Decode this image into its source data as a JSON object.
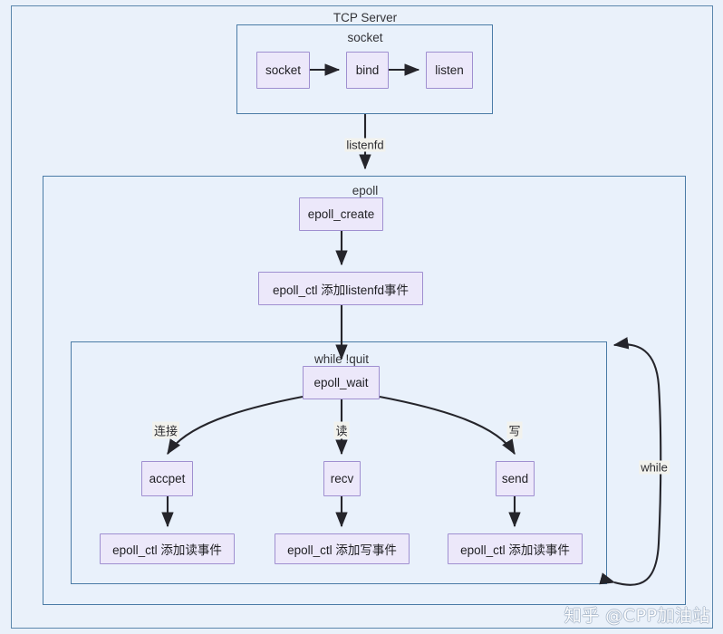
{
  "diagram": {
    "title": "TCP Server epoll flowchart",
    "colors": {
      "page_background": "#eaf1fa",
      "cluster_border": "#4a7ba6",
      "cluster_fill": "#e9f1fb",
      "node_fill": "#ece8fa",
      "node_border": "#9f8fd0",
      "edge_stroke": "#25252b",
      "edge_label_bg": "#f2f2ed",
      "text": "#1f1f23"
    },
    "clusters": [
      {
        "id": "tcp_server",
        "label": "TCP Server"
      },
      {
        "id": "socket_group",
        "label": "socket"
      },
      {
        "id": "epoll_group",
        "label": "epoll"
      },
      {
        "id": "while_group",
        "label": "while !quit"
      }
    ],
    "nodes": {
      "socket": "socket",
      "bind": "bind",
      "listen": "listen",
      "epoll_create": "epoll_create",
      "epoll_ctl_listenfd": "epoll_ctl 添加listenfd事件",
      "epoll_wait": "epoll_wait",
      "accept": "accpet",
      "recv": "recv",
      "send": "send",
      "epoll_ctl_read_left": "epoll_ctl 添加读事件",
      "epoll_ctl_write_mid": "epoll_ctl 添加写事件",
      "epoll_ctl_read_right": "epoll_ctl 添加读事件"
    },
    "edge_labels": {
      "listenfd": "listenfd",
      "connect": "连接",
      "read": "读",
      "write": "写",
      "while_loop": "while"
    },
    "watermark": "知乎 @CPP加油站"
  }
}
